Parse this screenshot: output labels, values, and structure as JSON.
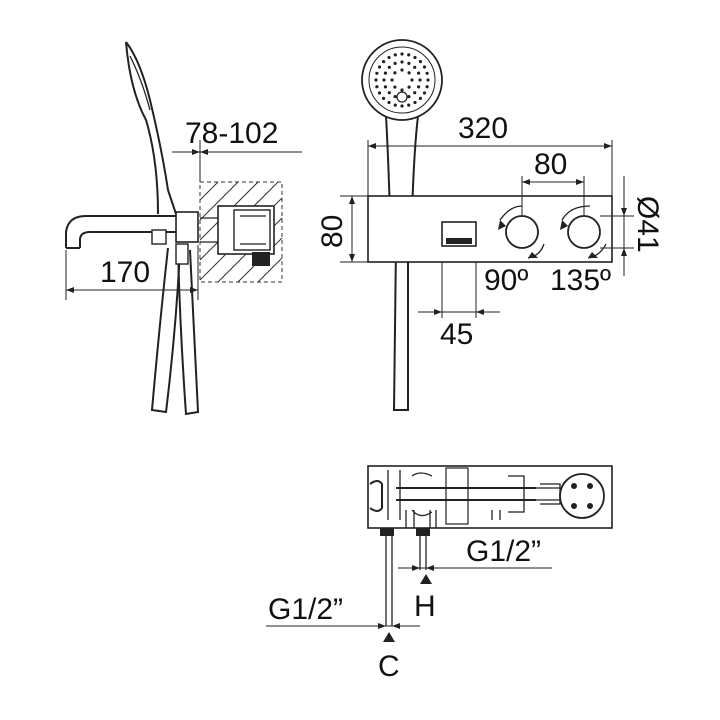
{
  "side_view": {
    "dim_wall": "78-102",
    "dim_spout": "170"
  },
  "front_view": {
    "dim_width": "320",
    "dim_height": "80",
    "dim_handle_spacing": "80",
    "dim_handle_diameter": "Ø41",
    "dim_offset": "45",
    "angle_left": "90º",
    "angle_right": "135º"
  },
  "plan_view": {
    "thread_hot": "G1/2”",
    "thread_cold": "G1/2”",
    "label_hot": "H",
    "label_cold": "C"
  }
}
